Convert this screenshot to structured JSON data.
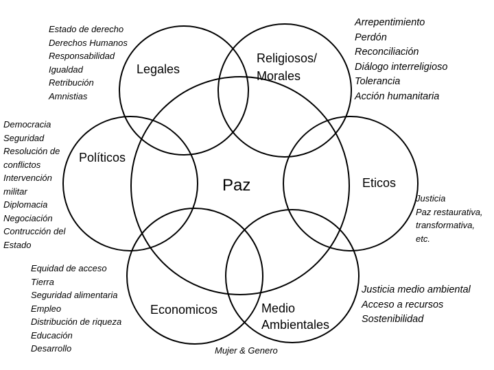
{
  "diagram": {
    "center": "Paz",
    "circles": {
      "legales": "Legales",
      "religiosos": [
        "Religiosos/",
        "Morales"
      ],
      "politicos": "Políticos",
      "eticos": "Eticos",
      "economicos": "Economicos",
      "medio": [
        "Medio",
        "Ambientales"
      ]
    },
    "notes": {
      "legales": [
        "Estado de derecho",
        "Derechos Humanos",
        "Responsabilidad",
        "Igualdad",
        "Retribución",
        "Amnistias"
      ],
      "religiosos": [
        "Arrepentimiento",
        "Perdón",
        "Reconciliación",
        "Diálogo interreligioso",
        "Tolerancia",
        "Acción humanitaria"
      ],
      "politicos": [
        "Democracia",
        "Seguridad",
        "Resolución de",
        "conflictos",
        "Intervención",
        "militar",
        "Diplomacia",
        "Negociación",
        "Contrucción del",
        "Estado"
      ],
      "eticos": [
        "Justicia",
        "Paz restaurativa,",
        "transformativa,",
        "etc."
      ],
      "economicos": [
        "Equidad de acceso",
        "Tierra",
        "Seguridad alimentaria",
        "Empleo",
        "Distribución de riqueza",
        "Educación",
        "Desarrollo"
      ],
      "medio": [
        "Justicia medio ambiental",
        "Acceso a recursos",
        "Sostenibilidad"
      ],
      "bottom": "Mujer & Genero"
    },
    "colors": {
      "stroke": "#000000",
      "background": "#ffffff",
      "text": "#000000"
    }
  }
}
